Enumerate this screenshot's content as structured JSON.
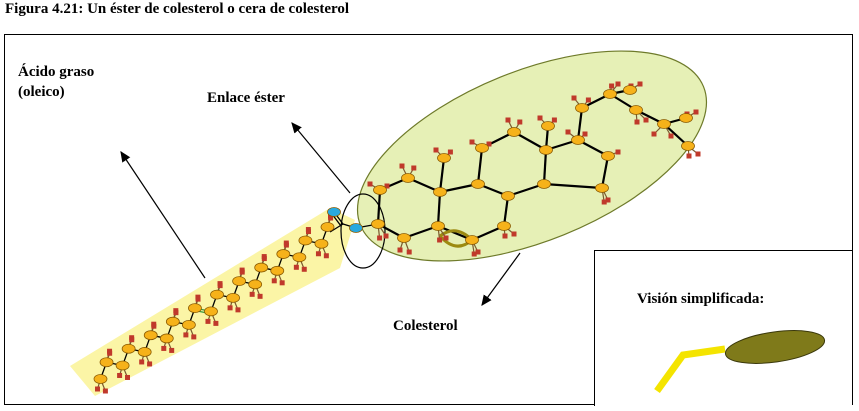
{
  "figure": {
    "caption": "Figura 4.21: Un éster de colesterol o cera de colesterol"
  },
  "labels": {
    "fatty_acid_line1": "Ácido graso",
    "fatty_acid_line2": "(oleico)",
    "ester_bond": "Enlace éster",
    "cholesterol": "Colesterol",
    "simplified_view": "Visión simplificada:"
  },
  "colors": {
    "atom_fill": "#f6b21a",
    "atom_stroke": "#8a5a00",
    "hydrogen": "#c0392b",
    "fatty_acid_band": "#fbf5a6",
    "cholesterol_ellipse": "#e6f0b6",
    "ellipse_stroke": "#6e7a2a",
    "oxygen": "#29a9e0",
    "simplified_body": "#7f7a1a",
    "simplified_tail": "#f4e400",
    "double_bond": "#9c8a10"
  }
}
